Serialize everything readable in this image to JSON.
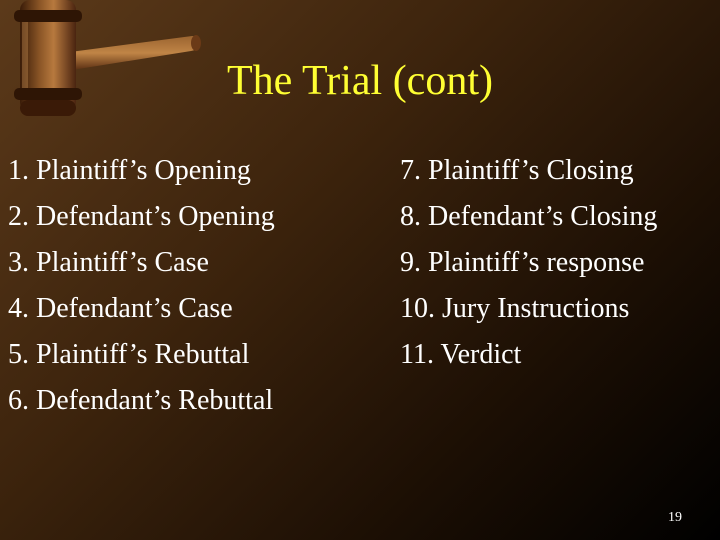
{
  "slide": {
    "title": "The Trial (cont)",
    "left_items": [
      "1. Plaintiff’s Opening",
      "2. Defendant’s Opening",
      "3. Plaintiff’s Case",
      "4. Defendant’s Case",
      "5. Plaintiff’s Rebuttal",
      "6. Defendant’s Rebuttal"
    ],
    "right_items": [
      "7. Plaintiff’s Closing",
      "8. Defendant’s Closing",
      "9. Plaintiff’s response",
      "10. Jury Instructions",
      "11. Verdict"
    ],
    "page_number": "19"
  },
  "colors": {
    "title": "#ffff33",
    "text": "#ffffff",
    "background_light": "#5c3a1a",
    "background_dark": "#000000"
  },
  "icons": {
    "decoration": "gavel-icon"
  }
}
